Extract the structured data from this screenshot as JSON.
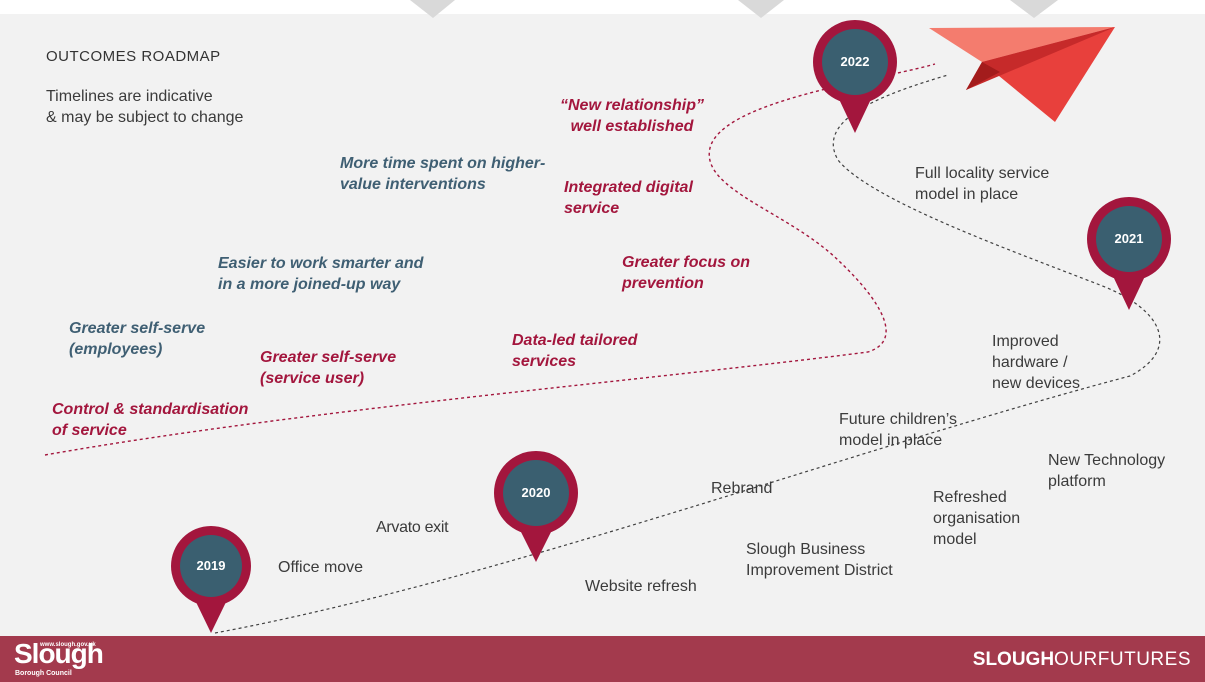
{
  "header": {
    "title": "OUTCOMES ROADMAP",
    "note": "Timelines are indicative\n& may be subject to change"
  },
  "pins": [
    {
      "label": "2019"
    },
    {
      "label": "2020"
    },
    {
      "label": "2021"
    },
    {
      "label": "2022"
    }
  ],
  "milestones": {
    "office_move": "Office move",
    "arvato_exit": "Arvato exit",
    "website_refresh": "Website refresh",
    "rebrand": "Rebrand",
    "slough_bid": "Slough Business\nImprovement District",
    "future_childrens": "Future children’s\nmodel in place",
    "refreshed_org": "Refreshed\norganisation\nmodel",
    "new_tech": "New Technology\nplatform",
    "improved_hardware": "Improved\nhardware /\nnew devices",
    "full_locality": "Full locality service\nmodel in place"
  },
  "outcomes": {
    "control": "Control & standardisation\nof service",
    "self_serve_employees": "Greater self-serve\n(employees)",
    "self_serve_users": "Greater self-serve\n(service user)",
    "data_led": "Data-led tailored\nservices",
    "easier_work": "Easier to work smarter and\nin a more joined-up way",
    "prevention": "Greater focus on\nprevention",
    "more_time": "More time spent on higher-\nvalue interventions",
    "integrated_digital": "Integrated digital\nservice",
    "new_relationship": "“New relationship”\nwell established"
  },
  "footer": {
    "logo_name": "Slough",
    "logo_url": "www.slough.gov.uk",
    "logo_council": "Borough Council",
    "brand_bold": "SLOUGH",
    "brand_light": "OURFUTURES"
  },
  "colors": {
    "pin_fill": "#a3163d",
    "pin_inner": "#3a5f70",
    "teal_text": "#3f5f73",
    "red_text": "#a3163d",
    "footer_bar": "#a33a4d",
    "plane": "#e8403c"
  },
  "icons": {
    "plane": "paper-plane-icon",
    "pin": "map-pin-icon"
  }
}
